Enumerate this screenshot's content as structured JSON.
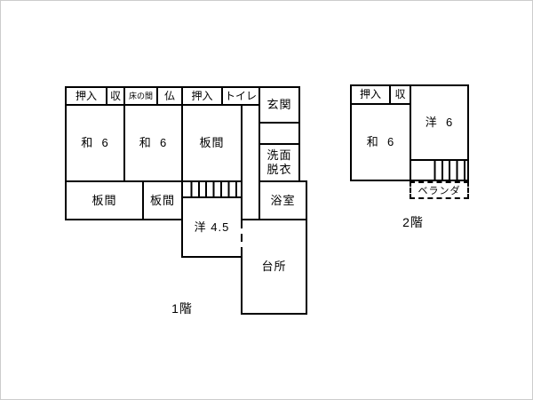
{
  "canvas": {
    "background": "#ffffff",
    "wall_color": "#000000",
    "frame_color": "#cccccc"
  },
  "floor1": {
    "caption": "1階",
    "rooms": {
      "oshiire_left": "押入",
      "shuno": "収",
      "tokonoma": "床の間",
      "butsudan": "仏",
      "oshiire_right": "押入",
      "toilet": "トイレ",
      "washitsu_1": "和  6",
      "washitsu_2": "和  6",
      "itanoma_main": "板間",
      "itanoma_bottom_1": "板間",
      "itanoma_bottom_2": "板間",
      "youshitsu_45": "洋 4.5",
      "genkan": "玄関",
      "senmen_line1": "洗面",
      "senmen_line2": "脱衣",
      "yokushitsu": "浴室",
      "daidokoro": "台所"
    }
  },
  "floor2": {
    "caption": "2階",
    "rooms": {
      "oshiire": "押入",
      "shuno": "収",
      "washitsu": "和  6",
      "youshitsu_6": "洋  6",
      "veranda": "ベランダ"
    }
  }
}
